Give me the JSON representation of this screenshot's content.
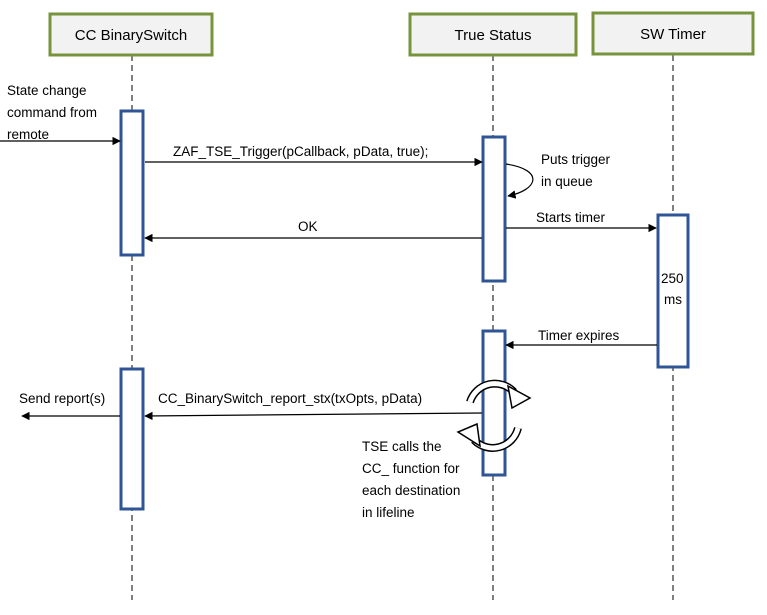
{
  "participants": {
    "binary_switch": "CC BinarySwitch",
    "true_status": "True Status",
    "sw_timer": "SW Timer"
  },
  "messages": {
    "state_change_line1": "State change",
    "state_change_line2": "command from",
    "state_change_line3": "remote",
    "trigger_call": "ZAF_TSE_Trigger(pCallback, pData, true);",
    "puts_trigger_line1": "Puts trigger",
    "puts_trigger_line2": "in queue",
    "starts_timer": "Starts timer",
    "ok": "OK",
    "duration_line1": "250",
    "duration_line2": "ms",
    "timer_expires": "Timer expires",
    "send_report": "Send report(s)",
    "report_call": "CC_BinarySwitch_report_stx(txOpts, pData)",
    "tse_note_line1": "TSE calls the",
    "tse_note_line2": "CC_ function for",
    "tse_note_line3": "each destination",
    "tse_note_line4": "in lifeline"
  },
  "colors": {
    "header_border": "#77933c",
    "activation_border": "#2f5597",
    "line": "#000000",
    "header_fill": "#f2f2f2"
  }
}
